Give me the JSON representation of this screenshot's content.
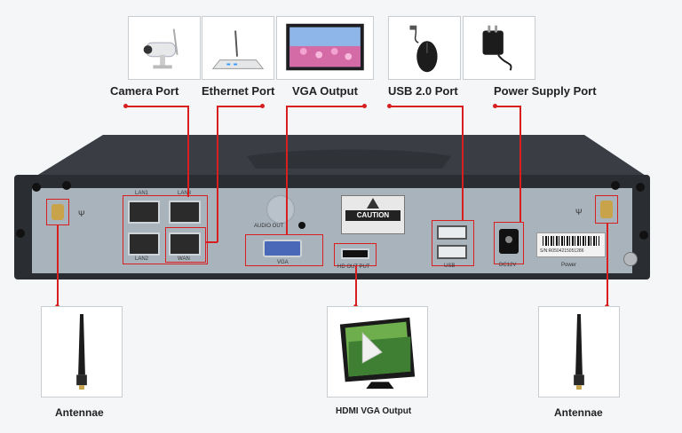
{
  "top_labels": {
    "camera": "Camera Port",
    "ethernet": "Ethernet Port",
    "vga": "VGA Output",
    "usb": "USB 2.0 Port",
    "power": "Power Supply Port"
  },
  "bottom_labels": {
    "antenna_left": "Antennae",
    "hdmi": "HDMI VGA Output",
    "antenna_right": "Antennae"
  },
  "panel": {
    "lan1": "LAN1",
    "lan3": "LAN3",
    "lan2": "LAN2",
    "wan": "WAN",
    "audio_out": "AUDIO OUT",
    "vga": "VGA",
    "caution": "CAUTION",
    "hdmi_out": "HD OUT PUT",
    "usb": "USB",
    "dc": "DC12V",
    "serial": "S/N:R0504215051286",
    "power": "Power"
  },
  "colors": {
    "annotation_red": "#d81e1e",
    "panel_gray": "#a9b3bc",
    "device_dark": "#2a2d31"
  },
  "icons": [
    "camera-icon",
    "router-icon",
    "monitor-icon",
    "mouse-icon",
    "power-adapter-icon",
    "antenna-icon",
    "hdmi-monitor-icon"
  ]
}
